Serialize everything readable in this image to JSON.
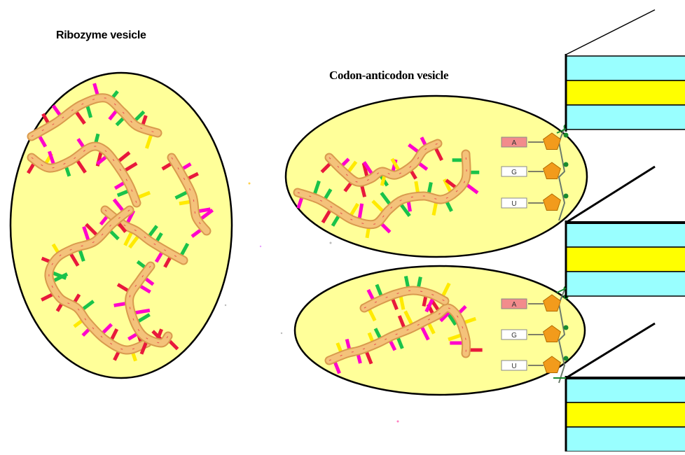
{
  "labels": {
    "ribozyme_vesicle": "Ribozyme vesicle",
    "codon_anticodon_vesicle": "Codon-anticodon vesicle"
  },
  "codon_boxes": {
    "upper": [
      "A",
      "G",
      "U"
    ],
    "lower": [
      "A",
      "G",
      "U"
    ]
  },
  "colors": {
    "vesicle_fill": "#ffff99",
    "vesicle_stroke": "#000000",
    "rna_ribbon": "#f4c27a",
    "rna_ribbon_edge": "#d99a4e",
    "base_colors": [
      "#e8193c",
      "#ff00cc",
      "#19c34a",
      "#ffea00"
    ],
    "sugar_pentagon": "#f29b1c",
    "backbone_dot": "#1a8a2e",
    "codon_box_A": "#f28c8c",
    "codon_box_other": "#ffffff",
    "membrane_cyan": "#99ffff",
    "membrane_yellow": "#ffff00"
  }
}
